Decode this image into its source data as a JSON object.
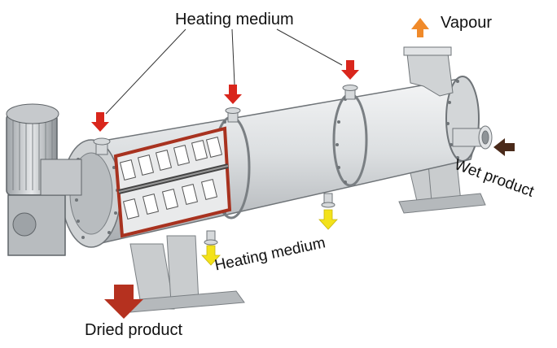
{
  "labels": {
    "heating_medium_top": "Heating medium",
    "vapour": "Vapour",
    "wet_product": "Wet product",
    "heating_medium_bottom": "Heating medium",
    "dried_product": "Dried product"
  },
  "colors": {
    "heating_inlet_arrow": "#d9261c",
    "heating_outlet_arrow": "#f3e21a",
    "vapour_arrow": "#f08a2a",
    "wet_product_arrow": "#4a2a1a",
    "dried_product_arrow": "#b5311f",
    "vessel_shell": "#d7dadc",
    "agitator_lining": "#a8321f"
  }
}
